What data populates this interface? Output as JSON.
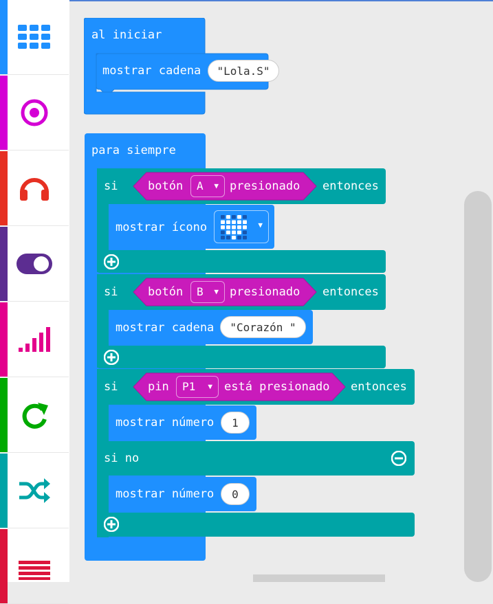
{
  "toolbox": {
    "categories": [
      {
        "name": "basic",
        "icon": "grid-icon",
        "color": "#1e90ff"
      },
      {
        "name": "input",
        "icon": "target-icon",
        "color": "#d400d4"
      },
      {
        "name": "music",
        "icon": "headphones-icon",
        "color": "#e63022"
      },
      {
        "name": "led",
        "icon": "toggle-icon",
        "color": "#5c2d91"
      },
      {
        "name": "radio",
        "icon": "signal-bars-icon",
        "color": "#e3008c"
      },
      {
        "name": "loops",
        "icon": "loop-arrow-icon",
        "color": "#00aa00"
      },
      {
        "name": "logic",
        "icon": "shuffle-icon",
        "color": "#00a4a6"
      },
      {
        "name": "variables",
        "icon": "list-lines-icon",
        "color": "#dc143c"
      }
    ]
  },
  "colors": {
    "basic_block": "#1e90ff",
    "logic_block": "#00a4a6",
    "input_block": "#c91bbb",
    "workspace": "#ebebeb"
  },
  "on_start": {
    "label": "al iniciar",
    "show_string": {
      "label": "mostrar cadena",
      "value": "\"Lola.S\""
    }
  },
  "forever": {
    "label": "para siempre",
    "if1": {
      "if_label": "si",
      "cond_label": "botón",
      "button": "A",
      "pressed": "presionado",
      "then": "entonces",
      "show_icon": {
        "label": "mostrar ícono",
        "icon": "heart-icon"
      }
    },
    "if2": {
      "if_label": "si",
      "cond_label": "botón",
      "button": "B",
      "pressed": "presionado",
      "then": "entonces",
      "show_string": {
        "label": "mostrar cadena",
        "value": "\"Corazón \""
      }
    },
    "if3": {
      "if_label": "si",
      "cond_label": "pin",
      "pin": "P1",
      "pressed": "está presionado",
      "then": "entonces",
      "show_number1": {
        "label": "mostrar número",
        "value": "1"
      },
      "else_label": "si no",
      "show_number2": {
        "label": "mostrar número",
        "value": "0"
      }
    }
  }
}
